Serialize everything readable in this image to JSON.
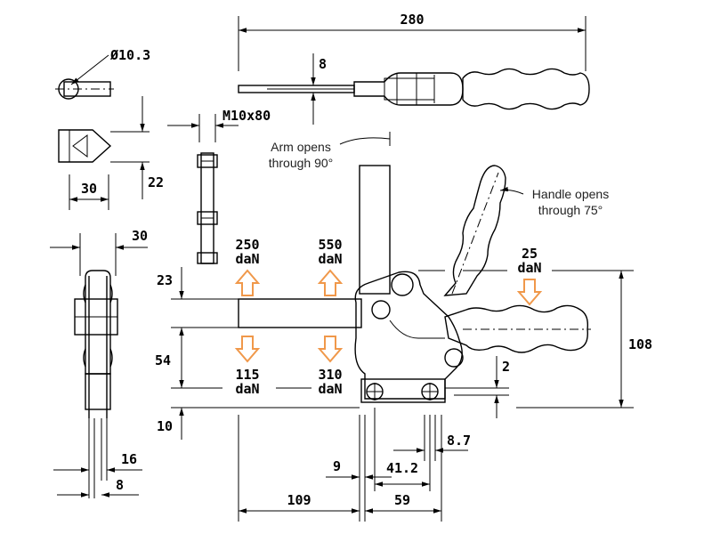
{
  "dimensions": {
    "overall_length": "280",
    "bar_thickness": "8",
    "hole_diameter": "Ø10.3",
    "spindle": "M10x80",
    "tip_height": "22",
    "tip_width": "30",
    "side_width": "30",
    "top_gap": "23",
    "mid_height": "54",
    "bottom_gap": "10",
    "base_height": "108",
    "small_gap": "2",
    "base_offset": "9",
    "hole_spacing": "41.2",
    "hole_dia_small": "8.7",
    "side_plate": "16",
    "side_plate_2": "8",
    "reach": "109",
    "base_length": "59"
  },
  "forces": {
    "f1_value": "250",
    "f1_unit": "daN",
    "f2_value": "550",
    "f2_unit": "daN",
    "f3_value": "115",
    "f3_unit": "daN",
    "f4_value": "310",
    "f4_unit": "daN",
    "f5_value": "25",
    "f5_unit": "daN"
  },
  "notes": {
    "arm_line1": "Arm opens",
    "arm_line2": "through 90°",
    "handle_line1": "Handle opens",
    "handle_line2": "through 75°"
  },
  "colors": {
    "force_arrow": "#f0984a",
    "line": "#000000"
  }
}
